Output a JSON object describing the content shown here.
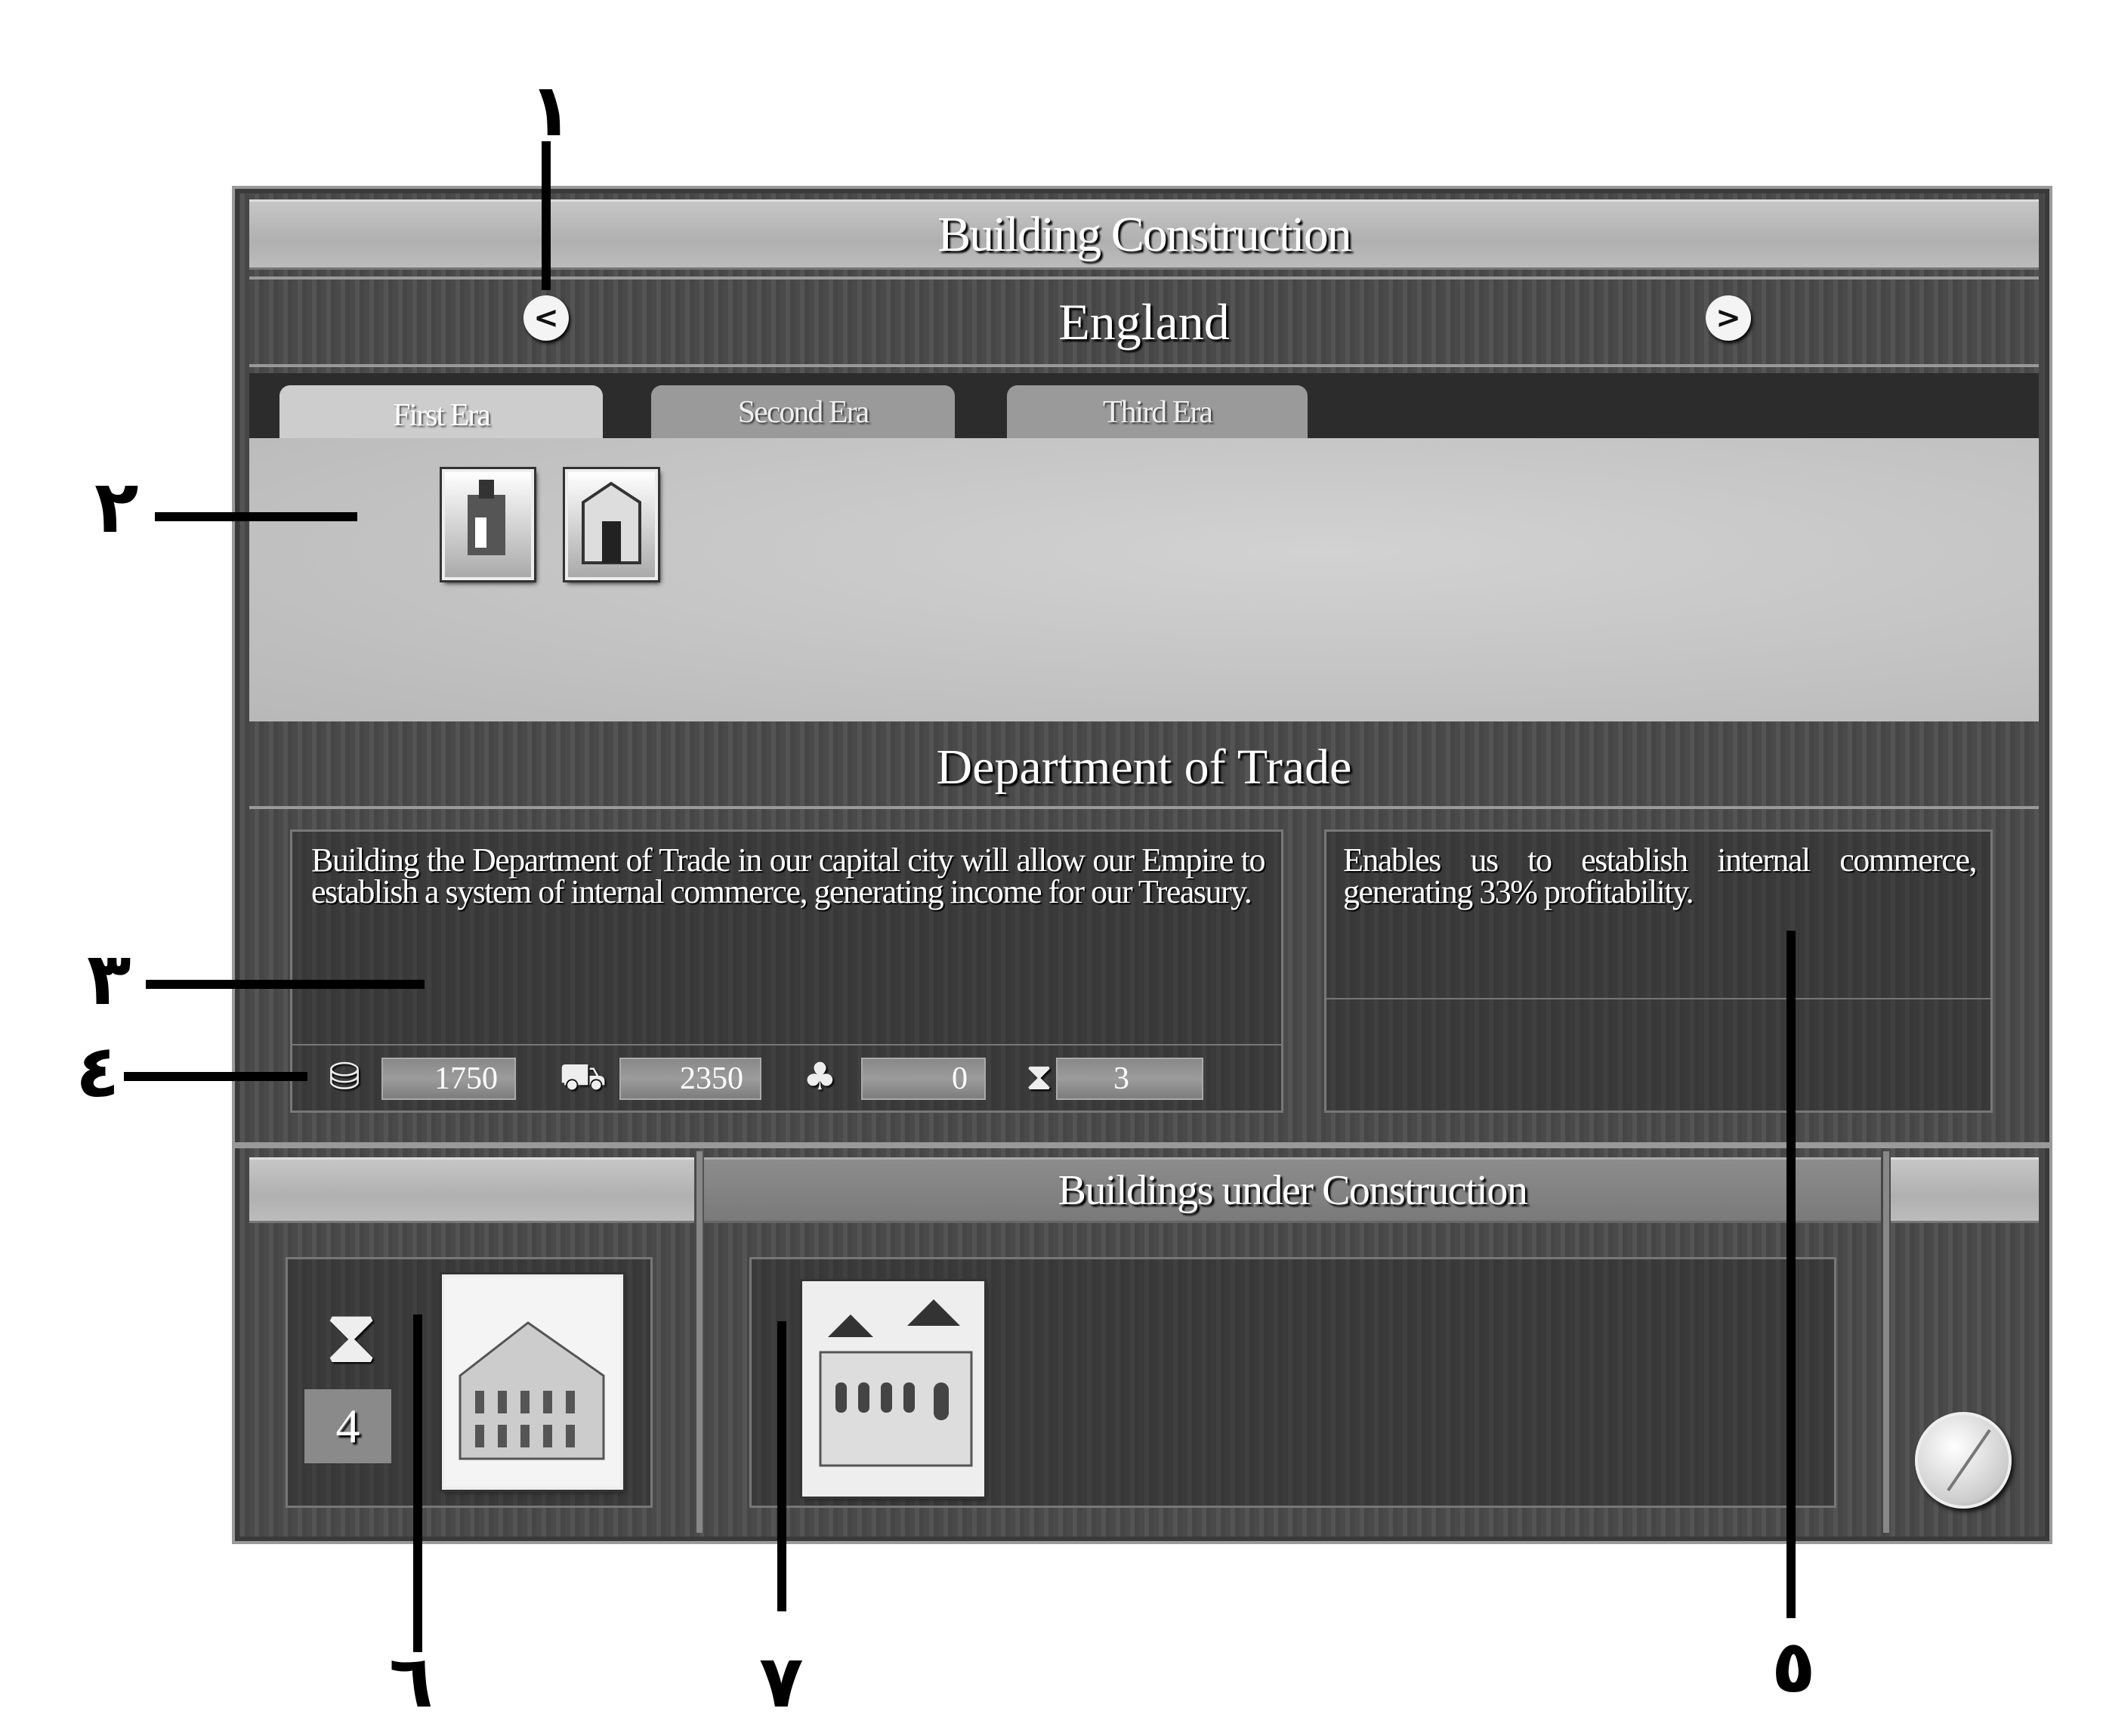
{
  "window": {
    "title": "Building Construction"
  },
  "nation": {
    "name": "England",
    "prev_icon": "chevron-left-icon",
    "next_icon": "chevron-right-icon",
    "prev_label": "<",
    "next_label": ">"
  },
  "tabs": [
    {
      "label": "First Era",
      "active": true
    },
    {
      "label": "Second Era",
      "active": false
    },
    {
      "label": "Third Era",
      "active": false
    }
  ],
  "building_icons": [
    "building-icon-department-of-trade",
    "building-icon-gatehouse"
  ],
  "selected_building": {
    "name": "Department of Trade",
    "description": "Building the Department of Trade in our capital city will allow our Empire  to establish a system of internal commerce, generating income for our Treasury.",
    "effect": "Enables us to establish internal commerce, generating 33% profitability.",
    "costs": [
      {
        "icon": "gold-coins-icon",
        "value": "1750"
      },
      {
        "icon": "wood-cart-icon",
        "value": "2350"
      },
      {
        "icon": "workers-icon",
        "value": "0"
      },
      {
        "icon": "hourglass-icon",
        "value": "3"
      }
    ]
  },
  "construction": {
    "title": "Buildings under Construction",
    "turns_left": "4"
  },
  "annotations": {
    "a1": "١",
    "a2": "٢",
    "a3": "٣",
    "a4": "٤",
    "a5": "٥",
    "a6": "٦",
    "a7": "٧"
  }
}
